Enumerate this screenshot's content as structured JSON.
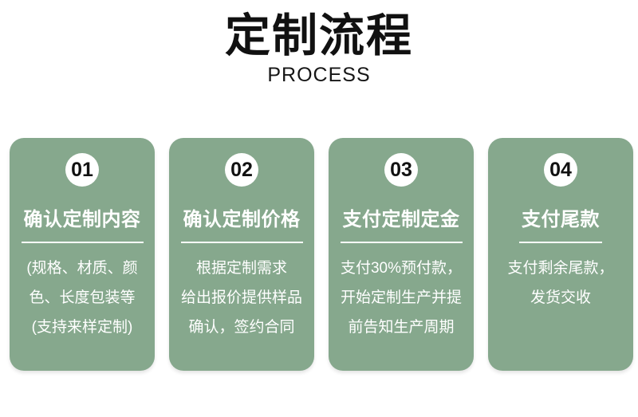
{
  "page": {
    "title": "定制流程",
    "subtitle": "PROCESS"
  },
  "colors": {
    "title_text": "#111111",
    "subtitle_text": "#161616",
    "card_background": "#86a88d",
    "card_text": "#ffffff",
    "badge_background": "#ffffff",
    "badge_text": "#111111"
  },
  "steps": [
    {
      "number": "01",
      "heading": "确认定制内容",
      "lines": [
        "(规格、材质、颜",
        "色、长度包装等",
        "(支持来样定制)"
      ]
    },
    {
      "number": "02",
      "heading": "确认定制价格",
      "lines": [
        "根据定制需求",
        "给出报价提供样品",
        "确认，签约合同"
      ]
    },
    {
      "number": "03",
      "heading": "支付定制定金",
      "lines": [
        "支付30%预付款，",
        "开始定制生产并提",
        "前告知生产周期"
      ]
    },
    {
      "number": "04",
      "heading": "支付尾款",
      "lines": [
        "支付剩余尾款，",
        "发货交收"
      ]
    }
  ]
}
